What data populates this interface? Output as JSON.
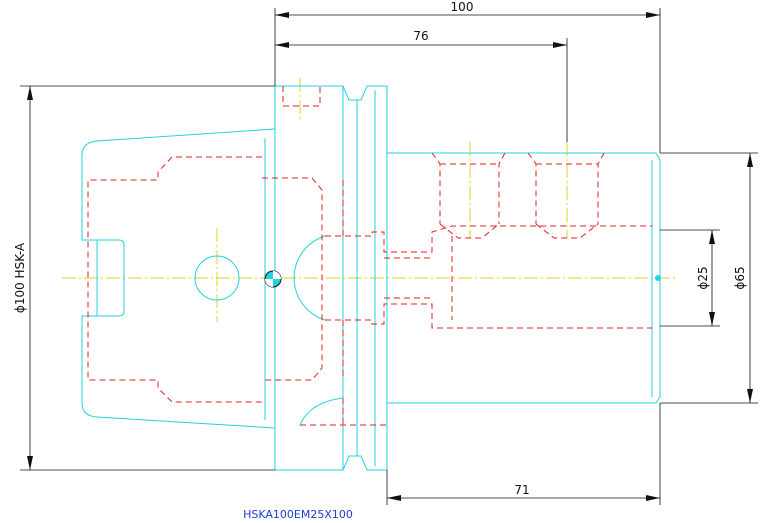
{
  "drawing": {
    "dimensions": {
      "overall_length": "100",
      "gauge_length": "76",
      "body_length": "71",
      "flange_diameter": "ϕ100 HSK-A",
      "bore_diameter": "ϕ25",
      "body_diameter": "ϕ65"
    },
    "part_number": "HSKA100EM25X100",
    "colors": {
      "outline": "#22d3e0",
      "hidden": "#e02020",
      "center": "#e0d020",
      "dimension": "#111111",
      "title": "#1a3fd0"
    }
  }
}
